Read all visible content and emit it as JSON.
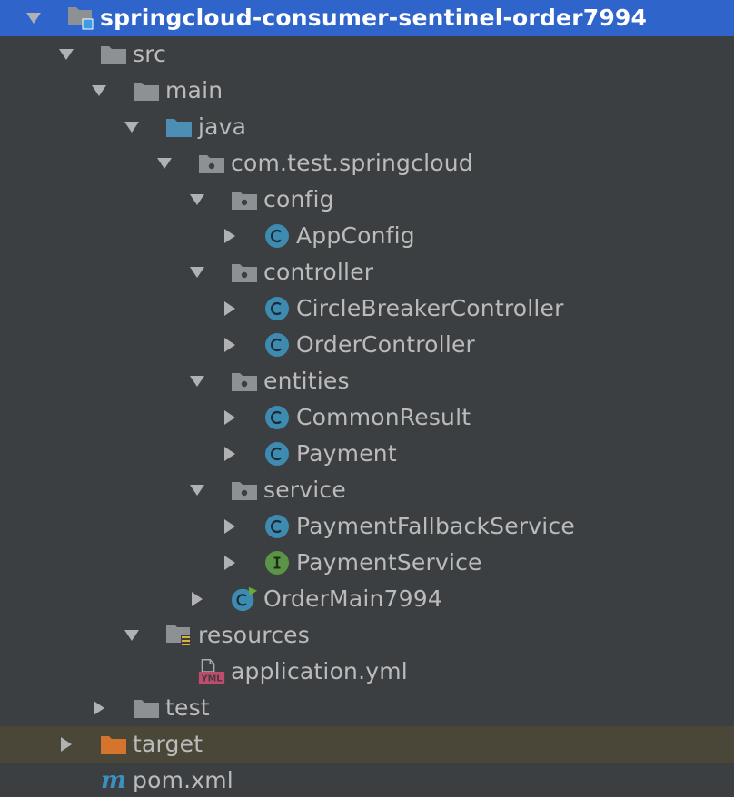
{
  "tree": {
    "colors": {
      "background": "#3c3f41",
      "selected_row": "#2f65ca",
      "excluded_row": "#4a4739",
      "text": "#bbbbbb",
      "arrow": "#afb1b3",
      "folder": "#8d9194",
      "source_folder": "#4d8eb4",
      "target_folder": "#d5742c",
      "class_badge": "#3d8bb0",
      "interface_badge": "#5a9447"
    },
    "rows": [
      {
        "label": "springcloud-consumer-sentinel-order7994",
        "icon": "module-folder-icon",
        "arrow": "expanded",
        "depth": 0,
        "selected": true
      },
      {
        "label": "src",
        "icon": "folder-icon",
        "arrow": "expanded",
        "depth": 1
      },
      {
        "label": "main",
        "icon": "folder-icon",
        "arrow": "expanded",
        "depth": 2
      },
      {
        "label": "java",
        "icon": "source-folder-icon",
        "arrow": "expanded",
        "depth": 3
      },
      {
        "label": "com.test.springcloud",
        "icon": "package-icon",
        "arrow": "expanded",
        "depth": 4
      },
      {
        "label": "config",
        "icon": "package-icon",
        "arrow": "expanded",
        "depth": 5
      },
      {
        "label": "AppConfig",
        "icon": "class-icon",
        "arrow": "collapsed",
        "depth": 6
      },
      {
        "label": "controller",
        "icon": "package-icon",
        "arrow": "expanded",
        "depth": 5
      },
      {
        "label": "CircleBreakerController",
        "icon": "class-icon",
        "arrow": "collapsed",
        "depth": 6
      },
      {
        "label": "OrderController",
        "icon": "class-icon",
        "arrow": "collapsed",
        "depth": 6
      },
      {
        "label": "entities",
        "icon": "package-icon",
        "arrow": "expanded",
        "depth": 5
      },
      {
        "label": "CommonResult",
        "icon": "class-icon",
        "arrow": "collapsed",
        "depth": 6
      },
      {
        "label": "Payment",
        "icon": "class-icon",
        "arrow": "collapsed",
        "depth": 6
      },
      {
        "label": "service",
        "icon": "package-icon",
        "arrow": "expanded",
        "depth": 5
      },
      {
        "label": "PaymentFallbackService",
        "icon": "class-icon",
        "arrow": "collapsed",
        "depth": 6
      },
      {
        "label": "PaymentService",
        "icon": "interface-icon",
        "arrow": "collapsed",
        "depth": 6
      },
      {
        "label": "OrderMain7994",
        "icon": "spring-boot-class-icon",
        "arrow": "collapsed",
        "depth": 5
      },
      {
        "label": "resources",
        "icon": "resources-folder-icon",
        "arrow": "expanded",
        "depth": 3
      },
      {
        "label": "application.yml",
        "icon": "yml-file-icon",
        "arrow": "none",
        "depth": 4
      },
      {
        "label": "test",
        "icon": "folder-icon",
        "arrow": "collapsed",
        "depth": 2
      },
      {
        "label": "target",
        "icon": "target-folder-icon",
        "arrow": "collapsed",
        "depth": 1,
        "excluded": true
      },
      {
        "label": "pom.xml",
        "icon": "maven-file-icon",
        "arrow": "none",
        "depth": 1
      }
    ]
  }
}
